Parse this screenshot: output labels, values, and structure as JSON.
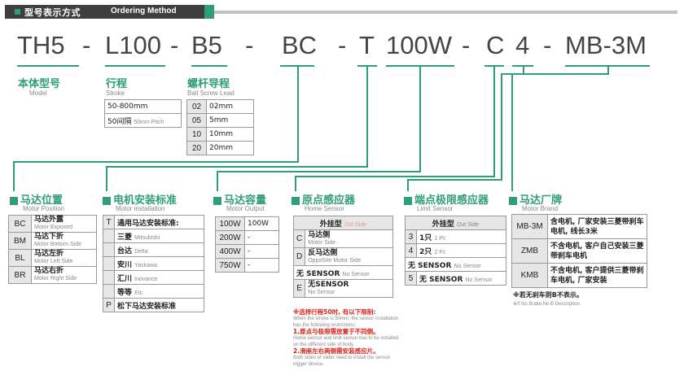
{
  "header": {
    "title_cn": "型号表示方式",
    "title_en": "Ordering Method"
  },
  "code": {
    "model": "TH5",
    "stroke": "L100",
    "lead": "B5",
    "position": "BC",
    "installation": "T",
    "output": "100W",
    "sensor": "C",
    "limit": "4",
    "brand": "MB-3M",
    "dash": "-"
  },
  "labels": {
    "model": {
      "cn": "本体型号",
      "en": "Model"
    },
    "stroke": {
      "cn": "行程",
      "en": "Stroke"
    },
    "lead": {
      "cn": "螺杆导程",
      "en": "Ball Screw Lead"
    }
  },
  "stroke_table": [
    {
      "text": "50-800mm",
      "sub": ""
    },
    {
      "text": "50间隔",
      "sub": "50mm Pitch"
    }
  ],
  "lead_table": [
    {
      "k": "02",
      "v": "02mm"
    },
    {
      "k": "05",
      "v": "5mm"
    },
    {
      "k": "10",
      "v": "10mm"
    },
    {
      "k": "20",
      "v": "20mm"
    }
  ],
  "position": {
    "cn": "马达位置",
    "en": "Motor Position",
    "rows": [
      {
        "k": "BC",
        "v": "马达外露",
        "sub": "Motor Exposed"
      },
      {
        "k": "BM",
        "v": "马达下折",
        "sub": "Motor Bottom Side"
      },
      {
        "k": "BL",
        "v": "马达左折",
        "sub": "Motor Left Side"
      },
      {
        "k": "BR",
        "v": "马达右折",
        "sub": "Motor Right Side"
      }
    ]
  },
  "installation": {
    "cn": "电机安装标准",
    "en": "Motor installation",
    "rows": [
      {
        "k": "T",
        "v": "通用马达安装标准:",
        "sub": ""
      },
      {
        "k": "",
        "v": "三菱",
        "sub": "Mitsubishi"
      },
      {
        "k": "",
        "v": "台达",
        "sub": "Delta"
      },
      {
        "k": "",
        "v": "安川",
        "sub": "Yaskawa"
      },
      {
        "k": "",
        "v": "汇川",
        "sub": "Inovance"
      },
      {
        "k": "",
        "v": "等等",
        "sub": "Etc"
      },
      {
        "k": "P",
        "v": "松下马达安装标准",
        "sub": ""
      }
    ]
  },
  "output": {
    "cn": "马达容量",
    "en": "Motor Output",
    "rows": [
      {
        "k": "100W",
        "v": "100W"
      },
      {
        "k": "200W",
        "v": "-"
      },
      {
        "k": "400W",
        "v": "-"
      },
      {
        "k": "750W",
        "v": "-"
      }
    ]
  },
  "sensor": {
    "cn": "原点感应器",
    "en": "Home Sensor",
    "header": {
      "cn": "外挂型",
      "en": "Out Side"
    },
    "rows": [
      {
        "k": "C",
        "v": "马达侧",
        "sub": "Motor Side"
      },
      {
        "k": "D",
        "v": "反马达侧",
        "sub": "OppoSite Motor Side"
      },
      {
        "k": "无",
        "v": "SENSOR",
        "sub": "No Sensor"
      },
      {
        "k": "E",
        "v": "无SENSOR",
        "sub": "No Sensor"
      }
    ],
    "notes": [
      {
        "red": "※选择行程50时, 有以下限制:",
        "grey": "When the stroke is 50mm, the sensor installation has the following restrictions:"
      },
      {
        "red": "1.原点与极限需放置于不同侧。",
        "grey": "Home sensor and limit sensor has to be installed on the different side of body."
      },
      {
        "red": "2.滑座左右两侧需安装感应片。",
        "grey": "Both sides of slider need to install the sensor trigger device."
      }
    ]
  },
  "limit": {
    "cn": "端点极限感应器",
    "en": "Limit Sensor",
    "header": {
      "cn": "外挂型",
      "en": "Out Side"
    },
    "rows": [
      {
        "k": "3",
        "v": "1只",
        "sub": "1 Pc"
      },
      {
        "k": "4",
        "v": "2只",
        "sub": "2 Pc"
      },
      {
        "k": "无",
        "v": "SENSOR",
        "sub": "No Sensor"
      },
      {
        "k": "5",
        "v": "无",
        "v2": "SENSOR",
        "sub": "No Sensor"
      }
    ]
  },
  "brand": {
    "cn": "马达厂牌",
    "en": "Motor Brand",
    "rows": [
      {
        "k": "MB-3M",
        "v": "含电机, 厂家安装三菱带刹车电机, 线长3米"
      },
      {
        "k": "ZMB",
        "v": "不含电机, 客户自己安装三菱带刹车电机"
      },
      {
        "k": "KMB",
        "v": "不含电机, 客户提供三菱带刹车电机, 厂家安装"
      }
    ],
    "note_cn": "※若无刹车则B不表示。",
    "note_en": "※If No Brake,No B Description."
  },
  "colors": {
    "accent": "#2f9d78",
    "header": "#3e3e3e",
    "red": "#d9241c"
  }
}
